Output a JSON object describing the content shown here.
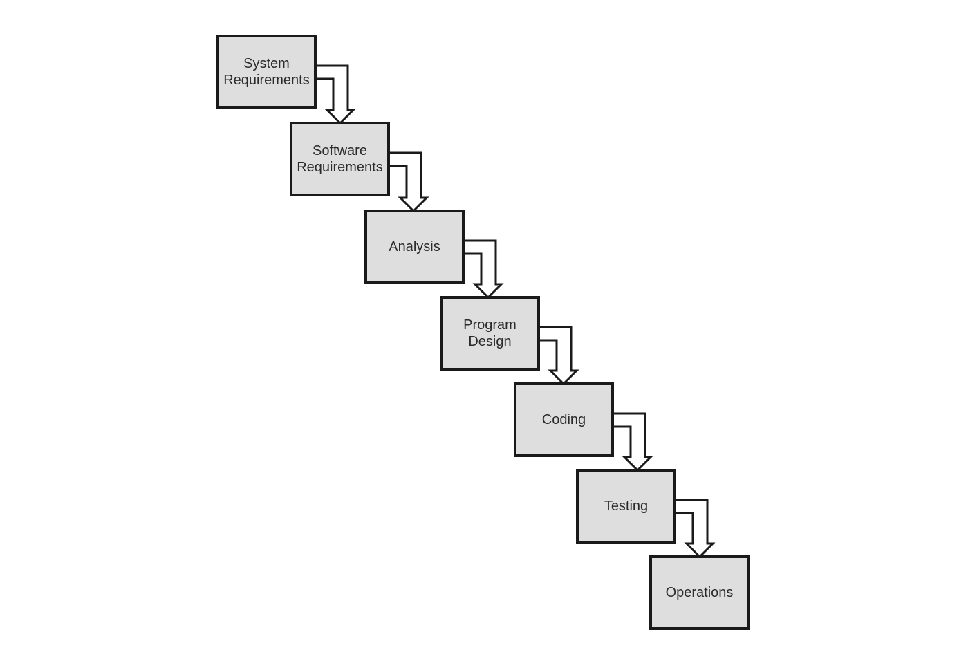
{
  "diagram": {
    "type": "flowchart-waterfall",
    "steps": [
      {
        "label": "System Requirements"
      },
      {
        "label": "Software Requirements"
      },
      {
        "label": "Analysis"
      },
      {
        "label": "Program Design"
      },
      {
        "label": "Coding"
      },
      {
        "label": "Testing"
      },
      {
        "label": "Operations"
      }
    ],
    "connector": "bent-arrow-down",
    "colors": {
      "background": "#ffffff",
      "box_fill": "#dedede",
      "box_border": "#1a1a1a",
      "arrow_fill": "#ffffff",
      "arrow_stroke": "#1a1a1a",
      "text": "#2b2b2b"
    }
  }
}
